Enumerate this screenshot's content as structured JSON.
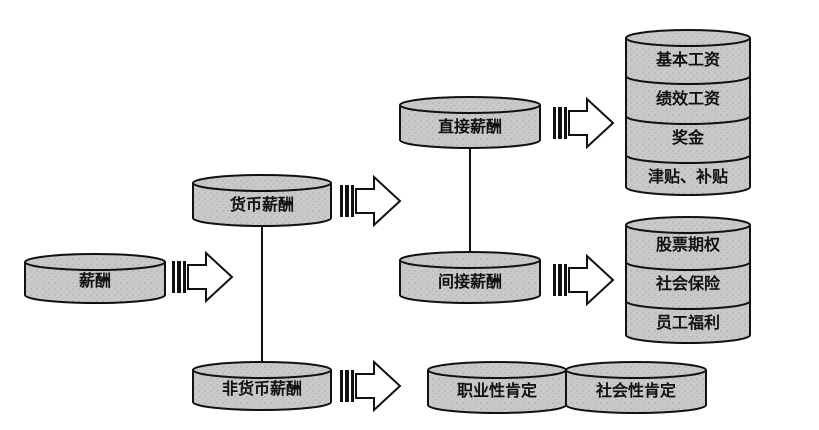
{
  "colors": {
    "fill": "#c9c9c9",
    "stroke": "#111111",
    "text": "#111111",
    "arrow_fill": "#ffffff"
  },
  "nodes": {
    "root": "薪酬",
    "monetary": "货币薪酬",
    "non_monetary": "非货币薪酬",
    "direct": "直接薪酬",
    "indirect": "间接薪酬",
    "career_recognition": "职业性肯定",
    "social_recognition": "社会性肯定"
  },
  "direct_items": [
    "基本工资",
    "绩效工资",
    "奖金",
    "津贴、补贴"
  ],
  "indirect_items": [
    "股票期权",
    "社会保险",
    "员工福利"
  ]
}
